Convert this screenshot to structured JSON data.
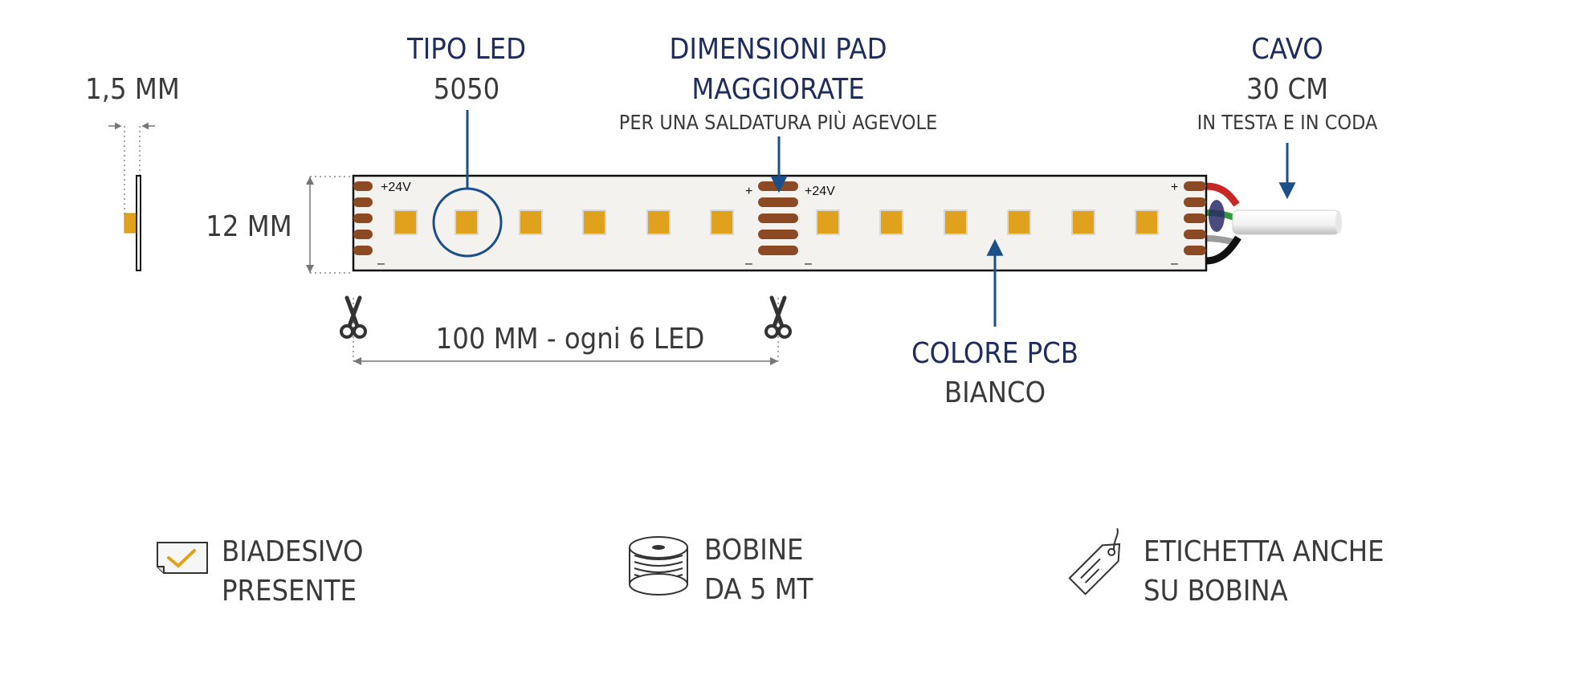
{
  "thickness": {
    "label": "1,5 MM"
  },
  "width": {
    "label": "12 MM"
  },
  "led_type": {
    "title": "TIPO LED",
    "value": "5050"
  },
  "pads": {
    "title_line1": "DIMENSIONI PAD",
    "title_line2": "MAGGIORATE",
    "note": "PER UNA SALDATURA PIÙ AGEVOLE"
  },
  "cable": {
    "title": "CAVO",
    "value": "30 CM",
    "note": "IN TESTA E IN CODA"
  },
  "strip_marks": {
    "plus": "+",
    "minus": "–",
    "voltage": "+24V"
  },
  "cut": {
    "label": "100 MM - ogni 6 LED"
  },
  "pcb": {
    "title": "COLORE PCB",
    "value": "BIANCO"
  },
  "features": {
    "adhesive": {
      "line1": "BIADESIVO",
      "line2": "PRESENTE"
    },
    "reels": {
      "line1": "BOBINE",
      "line2": "DA 5 MT"
    },
    "label": {
      "line1": "ETICHETTA ANCHE",
      "line2": "SU BOBINA"
    }
  },
  "colors": {
    "navy": "#1f2d5c",
    "blue_line": "#1b4f8a",
    "led": "#e0a21c",
    "pad": "#8b4a24",
    "pcb": "#f3f2ef",
    "text": "#3a3a3a"
  }
}
